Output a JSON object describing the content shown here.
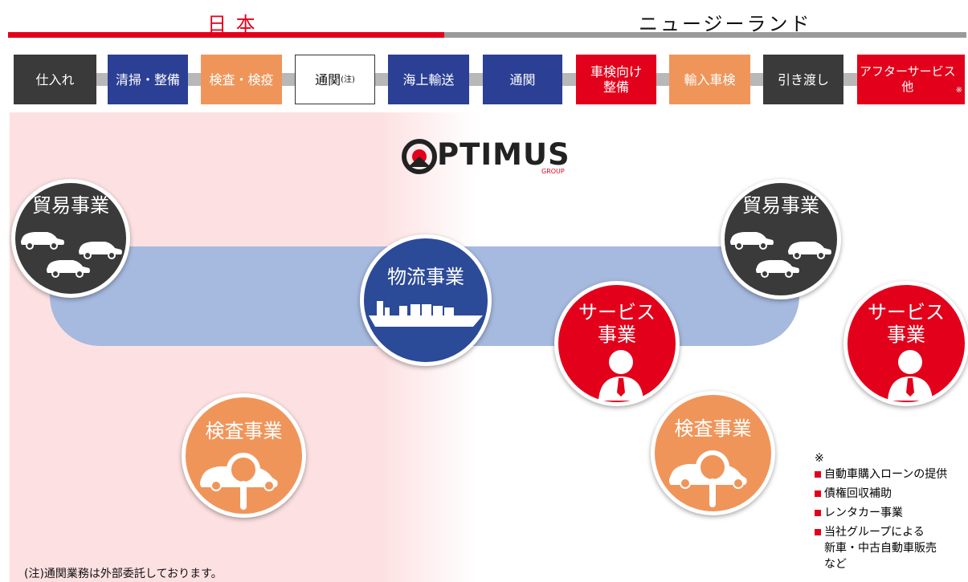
{
  "regions": {
    "japan": "日 本",
    "nz": "ニュージーランド"
  },
  "steps": [
    {
      "label": "仕入れ"
    },
    {
      "label": "清掃・整備"
    },
    {
      "label": "検査・検疫"
    },
    {
      "label": "通関",
      "sup": "(注)"
    },
    {
      "label": "海上輸送"
    },
    {
      "label": "通関"
    },
    {
      "label": "車検向け\n整備"
    },
    {
      "label": "輸入車検"
    },
    {
      "label": "引き渡し"
    },
    {
      "label": "アフターサービス\n他",
      "sup": "※"
    }
  ],
  "logo": {
    "text": "PTIMUS",
    "sub": "GROUP"
  },
  "circles": {
    "trade_jp": "貿易事業",
    "logistics": "物流事業",
    "inspection_jp": "検査事業",
    "trade_nz": "貿易事業",
    "service_nz1": "サービス\n事業",
    "inspection_nz": "検査事業",
    "service_nz2": "サービス\n事業"
  },
  "footnote": "(注)通関業務は外部委託しております。",
  "legend": {
    "mark": "※",
    "items": [
      "自動車購入ローンの提供",
      "債権回収補助",
      "レンタカー事業",
      "当社グループによる\n新車・中古自動車販売\nなど"
    ]
  },
  "colors": {
    "red": "#e3001b",
    "dark": "#3a3a3a",
    "blue": "#2b3f94",
    "orange": "#f0955a",
    "band": "#a6b9df",
    "pink": "#fde1e2"
  }
}
